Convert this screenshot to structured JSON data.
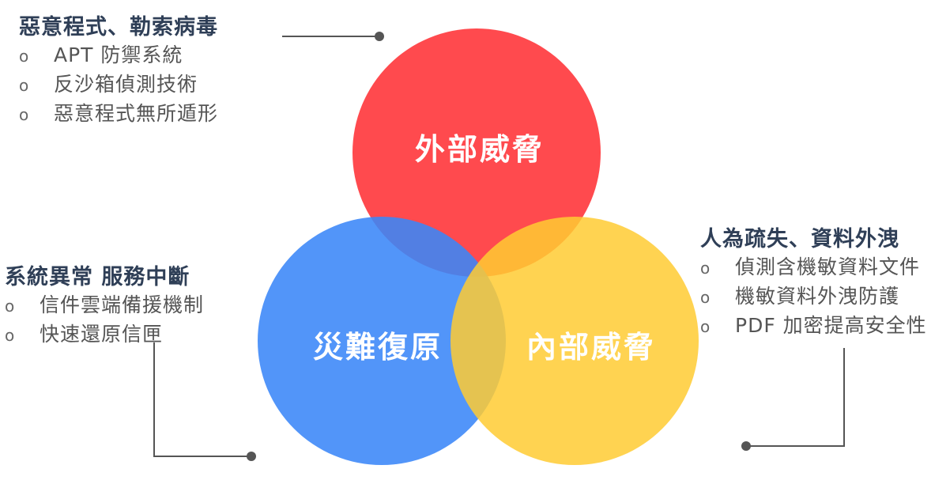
{
  "circles": {
    "external": {
      "label": "外部威脅",
      "color": "#ff3b3f"
    },
    "disaster": {
      "label": "災難復原",
      "color": "#3a86f8"
    },
    "internal": {
      "label": "內部威脅",
      "color": "#ffcb32"
    }
  },
  "groups": {
    "external": {
      "title": "惡意程式、勒索病毒",
      "bullet": "o",
      "items": [
        "APT 防禦系統",
        "反沙箱偵測技術",
        "惡意程式無所遁形"
      ]
    },
    "disaster": {
      "title": "系統異常 服務中斷",
      "bullet": "o",
      "items": [
        "信件雲端備援機制",
        "快速還原信匣"
      ]
    },
    "internal": {
      "title": "人為疏失、資料外洩",
      "bullet": "o",
      "items": [
        "偵測含機敏資料文件",
        "機敏資料外洩防護",
        "PDF 加密提高安全性"
      ]
    }
  },
  "connector_color": "#555555"
}
